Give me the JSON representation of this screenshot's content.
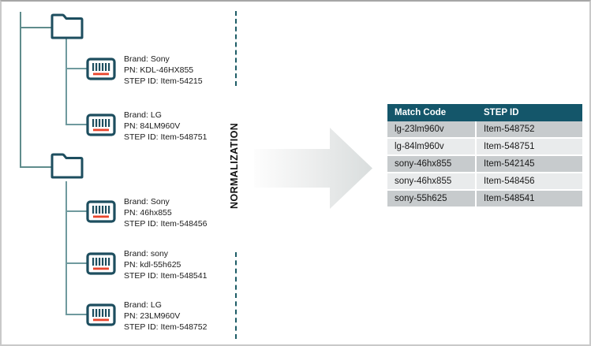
{
  "diagram": {
    "process_label": "NORMALIZATION",
    "colors": {
      "icon_outline": "#1d4e5f",
      "barcode_accent": "#e8452c",
      "connector": "#5f8c8c",
      "table_header_bg": "#14566a",
      "row_odd_bg": "#c7cbcd",
      "row_even_bg": "#e9ebec",
      "divider": "#1d5c66"
    },
    "folders": [
      {
        "name": "folder-group-1"
      },
      {
        "name": "folder-group-2"
      }
    ],
    "source_items": [
      {
        "icon": "barcode-icon",
        "brand": "Brand: Sony",
        "pn": "PN: KDL-46HX855",
        "step_id": "STEP ID: Item-54215"
      },
      {
        "icon": "barcode-icon",
        "brand": "Brand: LG",
        "pn": "PN: 84LM960V",
        "step_id": "STEP ID: Item-548751"
      },
      {
        "icon": "barcode-icon",
        "brand": "Brand: Sony",
        "pn": "PN: 46hx855",
        "step_id": "STEP ID: Item-548456"
      },
      {
        "icon": "barcode-icon",
        "brand": "Brand: sony",
        "pn": "PN: kdl-55h625",
        "step_id": "STEP ID: Item-548541"
      },
      {
        "icon": "barcode-icon",
        "brand": "Brand: LG",
        "pn": "PN: 23LM960V",
        "step_id": "STEP ID: Item-548752"
      }
    ],
    "result_table": {
      "columns": [
        "Match Code",
        "STEP ID"
      ],
      "rows": [
        [
          "lg-23lm960v",
          "Item-548752"
        ],
        [
          "lg-84lm960v",
          "Item-548751"
        ],
        [
          "sony-46hx855",
          "Item-542145"
        ],
        [
          "sony-46hx855",
          "Item-548456"
        ],
        [
          "sony-55h625",
          "Item-548541"
        ]
      ]
    }
  }
}
